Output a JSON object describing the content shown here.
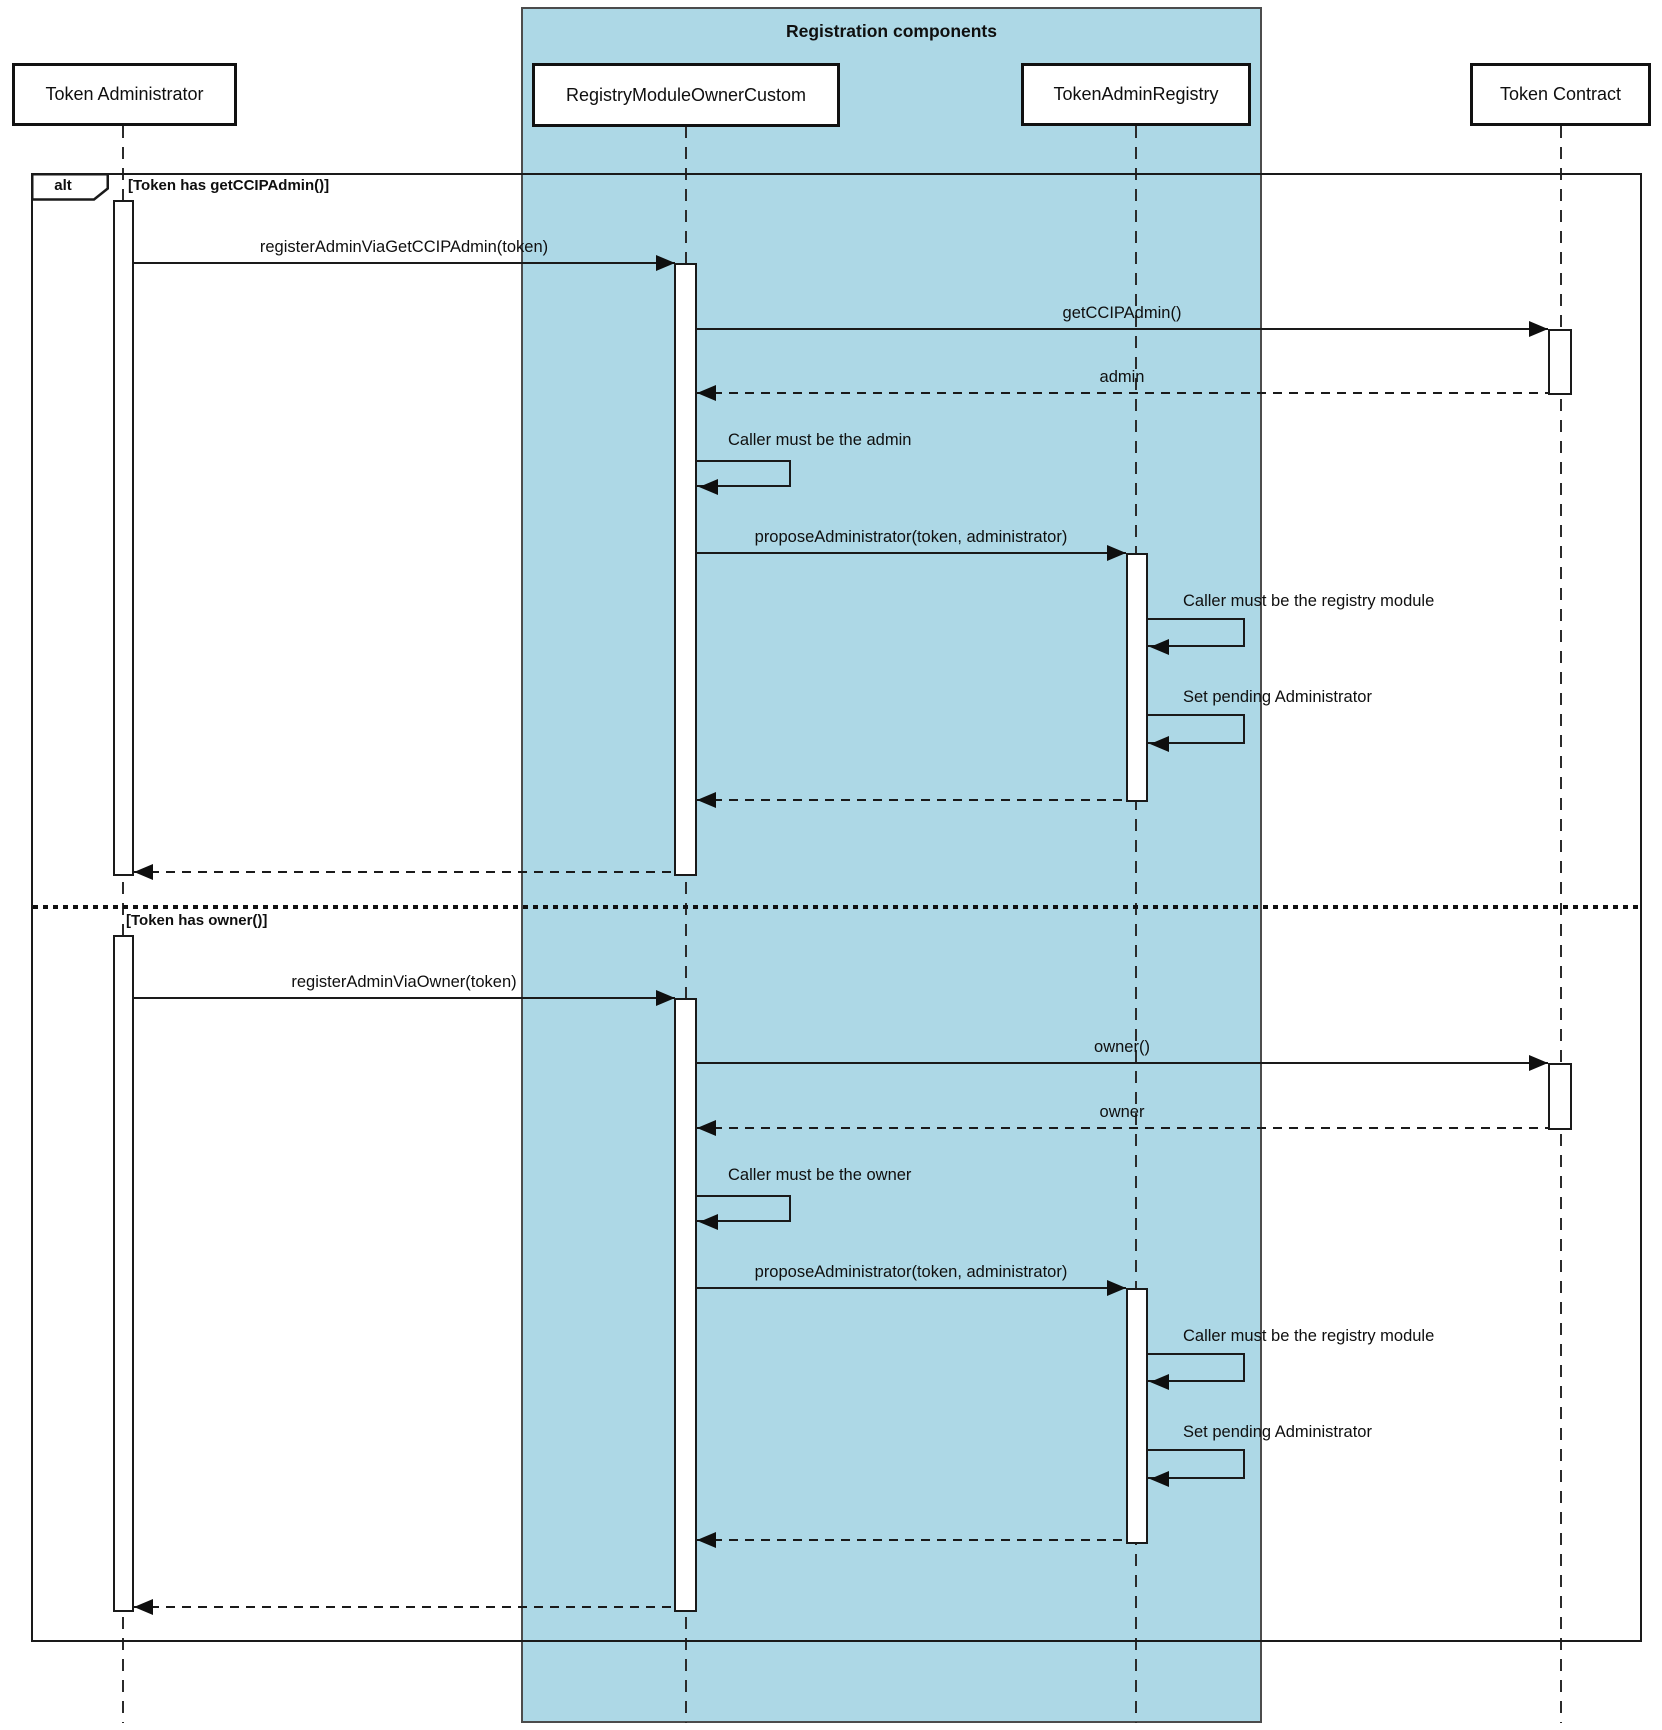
{
  "group": {
    "title": "Registration components"
  },
  "participants": [
    {
      "name": "Token Administrator"
    },
    {
      "name": "RegistryModuleOwnerCustom"
    },
    {
      "name": "TokenAdminRegistry"
    },
    {
      "name": "Token Contract"
    }
  ],
  "frame": {
    "operator": "alt",
    "sections": [
      {
        "guard": "[Token has getCCIPAdmin()]",
        "messages": [
          {
            "type": "sync",
            "from": "Token Administrator",
            "to": "RegistryModuleOwnerCustom",
            "label": "registerAdminViaGetCCIPAdmin(token)"
          },
          {
            "type": "sync",
            "from": "RegistryModuleOwnerCustom",
            "to": "Token Contract",
            "label": "getCCIPAdmin()"
          },
          {
            "type": "return",
            "from": "Token Contract",
            "to": "RegistryModuleOwnerCustom",
            "label": "admin"
          },
          {
            "type": "self",
            "on": "RegistryModuleOwnerCustom",
            "label": "Caller must be the admin"
          },
          {
            "type": "sync",
            "from": "RegistryModuleOwnerCustom",
            "to": "TokenAdminRegistry",
            "label": "proposeAdministrator(token, administrator)"
          },
          {
            "type": "self",
            "on": "TokenAdminRegistry",
            "label": "Caller must be the registry module"
          },
          {
            "type": "self",
            "on": "TokenAdminRegistry",
            "label": "Set pending Administrator"
          },
          {
            "type": "return",
            "from": "TokenAdminRegistry",
            "to": "RegistryModuleOwnerCustom",
            "label": ""
          },
          {
            "type": "return",
            "from": "RegistryModuleOwnerCustom",
            "to": "Token Administrator",
            "label": ""
          }
        ]
      },
      {
        "guard": "[Token has owner()]",
        "messages": [
          {
            "type": "sync",
            "from": "Token Administrator",
            "to": "RegistryModuleOwnerCustom",
            "label": "registerAdminViaOwner(token)"
          },
          {
            "type": "sync",
            "from": "RegistryModuleOwnerCustom",
            "to": "Token Contract",
            "label": "owner()"
          },
          {
            "type": "return",
            "from": "Token Contract",
            "to": "RegistryModuleOwnerCustom",
            "label": "owner"
          },
          {
            "type": "self",
            "on": "RegistryModuleOwnerCustom",
            "label": "Caller must be the owner"
          },
          {
            "type": "sync",
            "from": "RegistryModuleOwnerCustom",
            "to": "TokenAdminRegistry",
            "label": "proposeAdministrator(token, administrator)"
          },
          {
            "type": "self",
            "on": "TokenAdminRegistry",
            "label": "Caller must be the registry module"
          },
          {
            "type": "self",
            "on": "TokenAdminRegistry",
            "label": "Set pending Administrator"
          },
          {
            "type": "return",
            "from": "TokenAdminRegistry",
            "to": "RegistryModuleOwnerCustom",
            "label": ""
          },
          {
            "type": "return",
            "from": "RegistryModuleOwnerCustom",
            "to": "Token Administrator",
            "label": ""
          }
        ]
      }
    ]
  },
  "colors": {
    "highlight": "#ADD8E6",
    "stroke": "#1a1a1a",
    "participant_fill": "#ffffff"
  }
}
